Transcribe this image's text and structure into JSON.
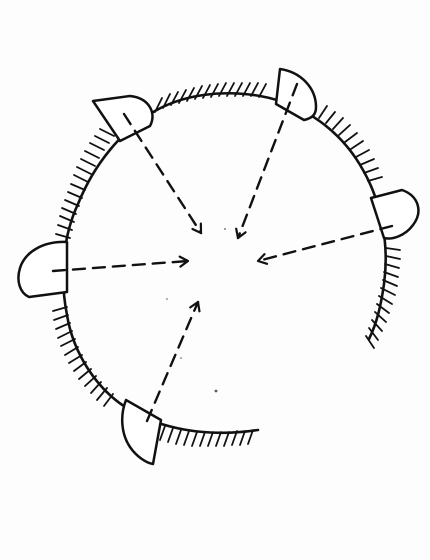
{
  "diagram": {
    "kind": "hand-drawn sketch",
    "description_visible_text": [],
    "stroke_color": "#111111",
    "background_color": "#ffffff",
    "flaps": [
      {
        "name": "flap-top-left",
        "icon": "flap-icon"
      },
      {
        "name": "flap-top-right",
        "icon": "flap-icon"
      },
      {
        "name": "flap-right",
        "icon": "flap-icon"
      },
      {
        "name": "flap-left",
        "icon": "flap-icon"
      },
      {
        "name": "flap-bottom-left",
        "icon": "flap-icon"
      }
    ],
    "arrows_count": 5,
    "arrow_style": "dashed",
    "hatching_style": "outer hatch marks"
  }
}
